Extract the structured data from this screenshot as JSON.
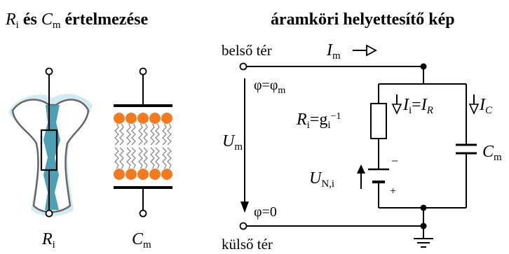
{
  "left_panel": {
    "title": {
      "r_main": "R",
      "r_sub": "i",
      "conj": " és ",
      "c_main": "C",
      "c_sub": "m",
      "rest": " értelmezése"
    },
    "label_r": {
      "main": "R",
      "sub": "i"
    },
    "label_c": {
      "main": "C",
      "sub": "m"
    },
    "colors": {
      "channel": "#4fb3c8",
      "channel_dark": "#1f7a8c",
      "lipid_head": "#f47a20",
      "lipid_tail": "#8a8a8a"
    }
  },
  "right_panel": {
    "title": "áramköri helyettesítő kép",
    "inside_label": "belső tér",
    "outside_label": "külső tér",
    "current_in": {
      "main": "I",
      "sub": "m"
    },
    "phi_top": {
      "lhs": "φ=φ",
      "sub": "m"
    },
    "phi_bottom": "φ=0",
    "voltage": {
      "main": "U",
      "sub": "m"
    },
    "resistor": {
      "main": "R",
      "sub": "i",
      "eq": "=g",
      "sub2": "i",
      "sup": "−1"
    },
    "branch_current_r": {
      "a": "I",
      "asub": "i",
      "eq": "=",
      "b": "I",
      "bsub": "R"
    },
    "branch_current_c": {
      "main": "I",
      "sub": "C"
    },
    "capacitor": {
      "main": "C",
      "sub": "m"
    },
    "battery": {
      "main": "U",
      "sub": "N,i",
      "minus": "−",
      "plus": "+"
    }
  }
}
